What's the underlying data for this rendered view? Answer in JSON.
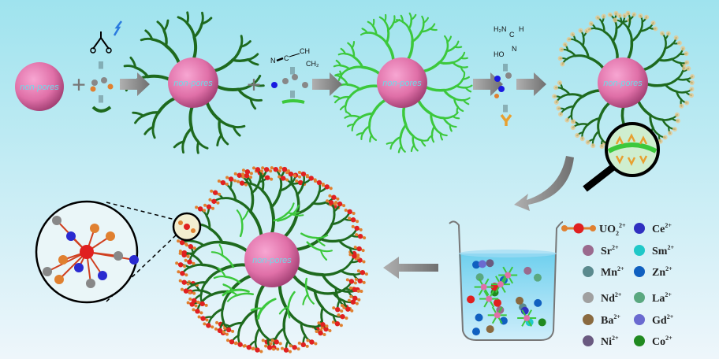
{
  "particle_label": "non-pores",
  "reagents": {
    "acrylonitrile": {
      "n": "N",
      "c": "C",
      "ch1": "CH",
      "ch2": "CH₂"
    },
    "hydroxylamine": {
      "h2n": "H₂N",
      "c": "C",
      "h": "H",
      "n": "N",
      "ho": "HO"
    }
  },
  "legend": [
    {
      "label": "UO",
      "sub": "2",
      "sup": "2+",
      "color": "#e02020"
    },
    {
      "label": "Ce",
      "sup": "2+",
      "color": "#3030c0"
    },
    {
      "label": "Sr",
      "sup": "2+",
      "color": "#9a6a8e"
    },
    {
      "label": "Sm",
      "sup": "2+",
      "color": "#20c8c8"
    },
    {
      "label": "Mn",
      "sup": "2+",
      "color": "#5a8a8e"
    },
    {
      "label": "Zn",
      "sup": "2+",
      "color": "#1060c0"
    },
    {
      "label": "Nd",
      "sup": "2+",
      "color": "#a0a0a0"
    },
    {
      "label": "La",
      "sup": "2+",
      "color": "#5aa880"
    },
    {
      "label": "Ba",
      "sup": "2+",
      "color": "#8a6a40"
    },
    {
      "label": "Gd",
      "sup": "2+",
      "color": "#6a6ad0"
    },
    {
      "label": "Ni",
      "sup": "2+",
      "color": "#6a5a80"
    },
    {
      "label": "Co",
      "sup": "2+",
      "color": "#208a20"
    }
  ],
  "colors": {
    "particle": "#e070a8",
    "initiator_chain": "#1e6a1e",
    "polymer_chain": "#3cc83c",
    "amidoxime": "#e8a030",
    "uranyl": "#e02020",
    "arrow": "#8a8a8a"
  }
}
